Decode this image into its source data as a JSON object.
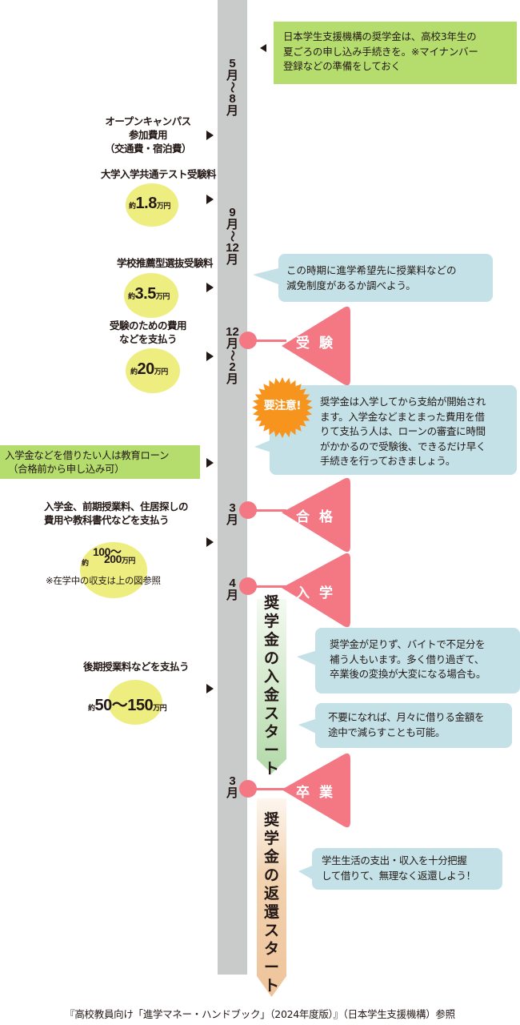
{
  "timeline": {
    "months": [
      {
        "id": "may-aug",
        "lines": [
          "5",
          "月",
          "〜",
          "8",
          "月"
        ]
      },
      {
        "id": "sep-dec",
        "lines": [
          "9",
          "月",
          "〜",
          "12",
          "月"
        ]
      },
      {
        "id": "dec-feb",
        "lines": [
          "12",
          "月",
          "〜",
          "2",
          "月"
        ]
      },
      {
        "id": "mar",
        "lines": [
          "3",
          "月"
        ]
      },
      {
        "id": "apr",
        "lines": [
          "4",
          "月"
        ]
      },
      {
        "id": "mar-grad",
        "lines": [
          "3",
          "月"
        ]
      }
    ],
    "milestones": [
      "受験",
      "合格",
      "入学",
      "卒業"
    ],
    "colors": {
      "bar": "#c9caca",
      "milestone": "#f37884",
      "callout": "#c3e1e7",
      "note_green": "#b5dd6e",
      "amount_circle": "#eeee80",
      "warning": "#f7941d",
      "scholarship_in": "#b7dcaf",
      "scholarship_out": "#eec59a"
    }
  },
  "left": {
    "open_campus": [
      "オープンキャンパス",
      "参加費用",
      "（交通費・宿泊費）"
    ],
    "common_test": {
      "label": "大学入学共通テスト受験料",
      "prefix": "約",
      "value": "1.8",
      "unit": "万円"
    },
    "school_recommend": {
      "label": "学校推薦型選抜受験料",
      "prefix": "約",
      "value": "3.5",
      "unit": "万円"
    },
    "exam_costs": {
      "label": [
        "受験のための費用",
        "などを支払う"
      ],
      "prefix": "約",
      "value": "20",
      "unit": "万円"
    },
    "education_loan": [
      "入学金などを借りたい人は教育ローン",
      "（合格前から申し込み可）"
    ],
    "enrollment_costs": {
      "label": [
        "入学金、前期授業料、住居探しの",
        "費用や教科書代などを支払う"
      ],
      "prefix": "約",
      "value_line1": "100〜",
      "value_line2": "200",
      "unit": "万円",
      "note": "※在学中の収支は上の図参照"
    },
    "late_tuition": {
      "label": "後期授業料などを支払う",
      "prefix": "約",
      "value": "50〜150",
      "unit": "万円"
    }
  },
  "right": {
    "jasso_note": [
      "日本学生支援機構の奨学金は、高校3年生の",
      "夏ごろの申し込み手続きを。※マイナンバー",
      "登録などの準備をしておく"
    ],
    "reduction_note": [
      "この時期に進学希望先に授業料などの",
      "減免制度があるか調べよう。"
    ],
    "warning_badge": "要注意!",
    "warning_note": [
      "奨学金は入学してから支給が開始され",
      "ます。入学金などまとまった費用を借",
      "りて支払う人は、ローンの審査に時間",
      "がかかるので受験後、できるだけ早く",
      "手続きを行っておきましょう。"
    ],
    "parttime_note": [
      "奨学金が足りず、バイトで不足分を",
      "補う人もいます。多く借り過ぎて、",
      "卒業後の変換が大変になる場合も。"
    ],
    "reduce_note": [
      "不要になれば、月々に借りる金額を",
      "途中で減らすことも可能。"
    ],
    "repay_note": [
      "学生生活の支出・収入を十分把握",
      "して借りて、無理なく返還しよう！"
    ],
    "scholarship_start": [
      "奨",
      "学",
      "金",
      "の",
      "入",
      "金",
      "ス",
      "タ",
      "ー",
      "ト"
    ],
    "repayment_start": [
      "奨",
      "学",
      "金",
      "の",
      "返",
      "還",
      "ス",
      "タ",
      "ー",
      "ト"
    ]
  },
  "footer": "『高校教員向け「進学マネー・ハンドブック」（2024年度版）』（日本学生支援機構）参照"
}
